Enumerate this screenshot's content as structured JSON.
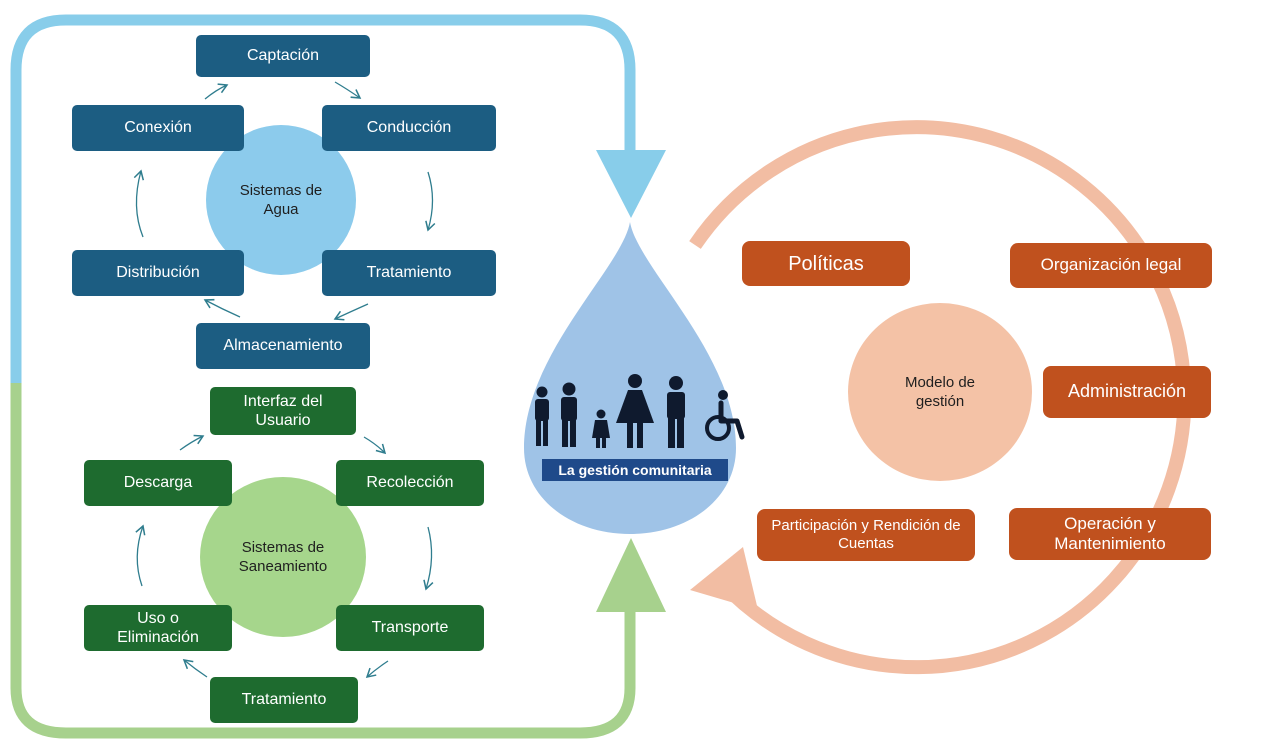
{
  "water_system": {
    "center": "Sistemas de Agua",
    "steps": {
      "captacion": "Captación",
      "conduccion": "Conducción",
      "tratamiento": "Tratamiento",
      "almacenamiento": "Almacenamiento",
      "distribucion": "Distribución",
      "conexion": "Conexión"
    }
  },
  "sanitation_system": {
    "center": "Sistemas de Saneamiento",
    "steps": {
      "interfaz": "Interfaz del Usuario",
      "recoleccion": "Recolección",
      "transporte": "Transporte",
      "tratamiento": "Tratamiento",
      "uso": "Uso o Eliminación",
      "descarga": "Descarga"
    }
  },
  "community": {
    "label": "La gestión comunitaria",
    "icon": "family-people-icon"
  },
  "management": {
    "center": "Modelo de gestión",
    "items": {
      "politicas": "Políticas",
      "organizacion": "Organización legal",
      "administracion": "Administración",
      "participacion": "Participación y Rendición de Cuentas",
      "operacion": "Operación y Mantenimiento"
    }
  },
  "colors": {
    "water_box": "#1c5d82",
    "water_circle": "#8ccbec",
    "water_loop": "#88cdea",
    "sanit_box": "#1e6b2f",
    "sanit_circle": "#a6d68c",
    "sanit_loop": "#a7d18d",
    "mgmt_box": "#c0511e",
    "mgmt_circle": "#f4c2a6",
    "mgmt_loop": "#f2bda3",
    "drop": "#9fc3e7"
  }
}
